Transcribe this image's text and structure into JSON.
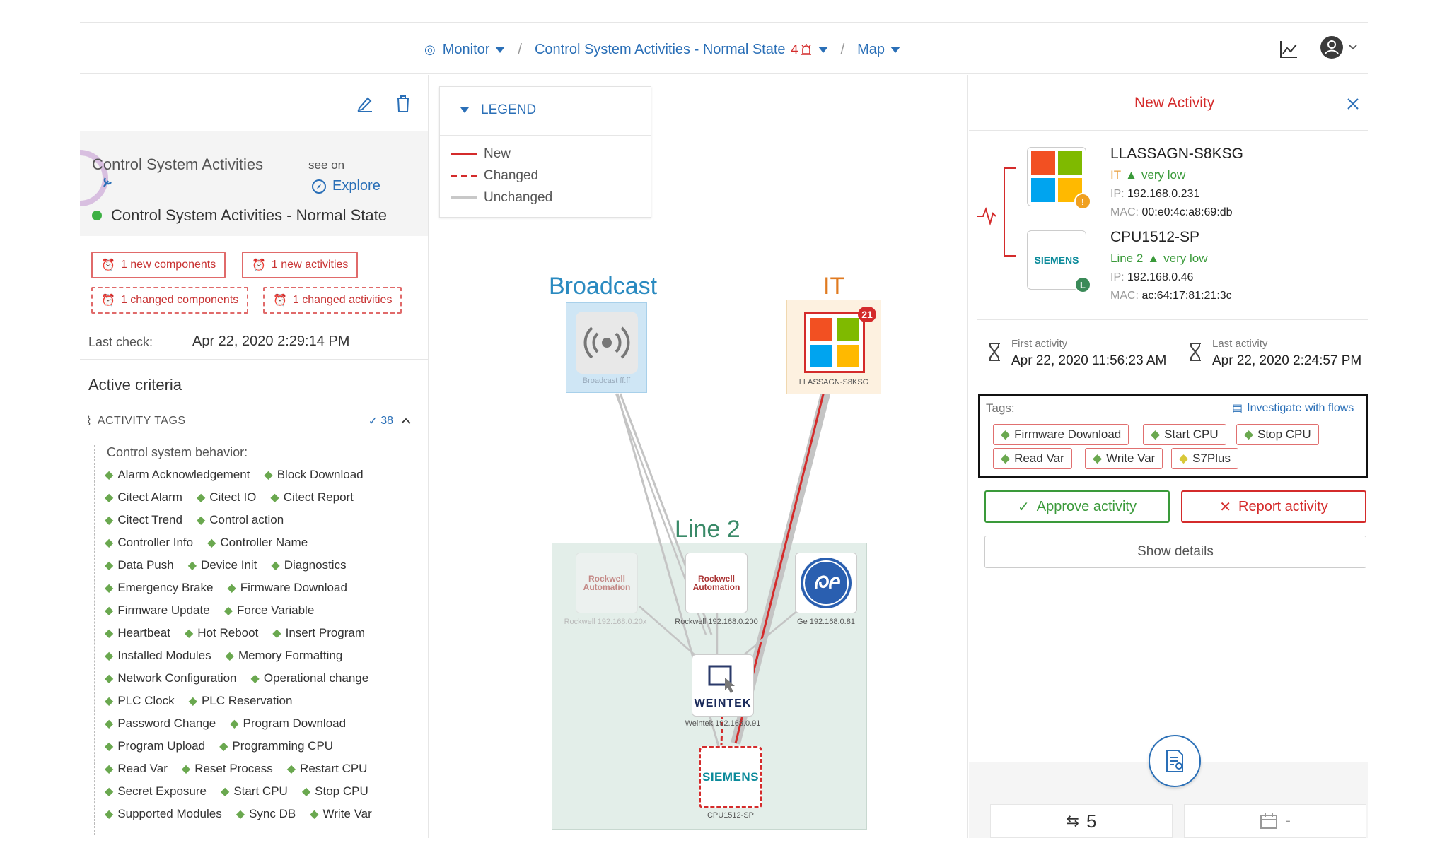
{
  "header": {
    "breadcrumb": {
      "monitor": "Monitor",
      "activity": "Control System Activities - Normal State",
      "alarm_count": "4",
      "view": "Map"
    }
  },
  "left": {
    "title": "Control System Activities",
    "see_on": "see on",
    "explore": "Explore",
    "state_name": "Control System Activities - Normal State",
    "badges": {
      "new_components": "1 new components",
      "new_activities": "1 new activities",
      "changed_components": "1 changed components",
      "changed_activities": "1 changed activities"
    },
    "last_check_label": "Last check:",
    "last_check_value": "Apr 22, 2020 2:29:14 PM",
    "active_criteria": "Active criteria",
    "activity_tags_label": "ACTIVITY TAGS",
    "activity_tags_count": "38",
    "behavior_label": "Control system behavior:",
    "criteria_rows": [
      [
        "Alarm Acknowledgement",
        "Block Download"
      ],
      [
        "Citect Alarm",
        "Citect IO",
        "Citect Report"
      ],
      [
        "Citect Trend",
        "Control action"
      ],
      [
        "Controller Info",
        "Controller Name"
      ],
      [
        "Data Push",
        "Device Init",
        "Diagnostics"
      ],
      [
        "Emergency Brake",
        "Firmware Download"
      ],
      [
        "Firmware Update",
        "Force Variable"
      ],
      [
        "Heartbeat",
        "Hot Reboot",
        "Insert Program"
      ],
      [
        "Installed Modules",
        "Memory Formatting"
      ],
      [
        "Network Configuration",
        "Operational change"
      ],
      [
        "PLC Clock",
        "PLC Reservation"
      ],
      [
        "Password Change",
        "Program Download"
      ],
      [
        "Program Upload",
        "Programming CPU"
      ],
      [
        "Read Var",
        "Reset Process",
        "Restart CPU"
      ],
      [
        "Secret Exposure",
        "Start CPU",
        "Stop CPU"
      ],
      [
        "Supported Modules",
        "Sync DB",
        "Write Var"
      ]
    ]
  },
  "legend": {
    "title": "LEGEND",
    "new": "New",
    "changed": "Changed",
    "unchanged": "Unchanged"
  },
  "map": {
    "broadcast_label": "Broadcast",
    "it_label": "IT",
    "line2_label": "Line 2",
    "broadcast_node": "Broadcast ff:ff",
    "it_node": "LLASSAGN-S8KSG",
    "it_badge": "21",
    "rockwell1_logo": "Rockwell Automation",
    "rockwell1_node": "Rockwell 192.168.0.20x",
    "rockwell2_logo": "Rockwell Automation",
    "rockwell2_node": "Rockwell 192.168.0.200",
    "ge_node": "Ge 192.168.0.81",
    "weintek_logo": "WEINTEK",
    "weintek_node": "Weintek 192.168.0.91",
    "siemens_logo": "SIEMENS",
    "siemens_node": "CPU1512-SP"
  },
  "right": {
    "title": "New Activity",
    "device1": {
      "name": "LLASSAGN-S8KSG",
      "zone": "IT",
      "risk": "very low",
      "ip_label": "IP:",
      "ip": "192.168.0.231",
      "mac_label": "MAC:",
      "mac": "00:e0:4c:a8:69:db",
      "badge": "!"
    },
    "device2": {
      "name": "CPU1512-SP",
      "zone": "Line 2",
      "risk": "very low",
      "ip_label": "IP:",
      "ip": "192.168.0.46",
      "mac_label": "MAC:",
      "mac": "ac:64:17:81:21:3c",
      "logo": "SIEMENS",
      "badge": "L"
    },
    "first_activity_label": "First activity",
    "first_activity": "Apr 22, 2020 11:56:23 AM",
    "last_activity_label": "Last activity",
    "last_activity": "Apr 22, 2020 2:24:57 PM",
    "tags_label": "Tags:",
    "investigate": "Investigate with flows",
    "tags": [
      "Firmware Download",
      "Start CPU",
      "Stop CPU",
      "Read Var",
      "Write Var",
      "S7Plus"
    ],
    "approve": "Approve activity",
    "report": "Report activity",
    "show_details": "Show details",
    "flows_count": "5",
    "date_placeholder": "-"
  },
  "colors": {
    "accent": "#2a6fb7",
    "new": "#d42b2b",
    "approve": "#3a9a3a",
    "tag_green": "#6aa84f"
  }
}
